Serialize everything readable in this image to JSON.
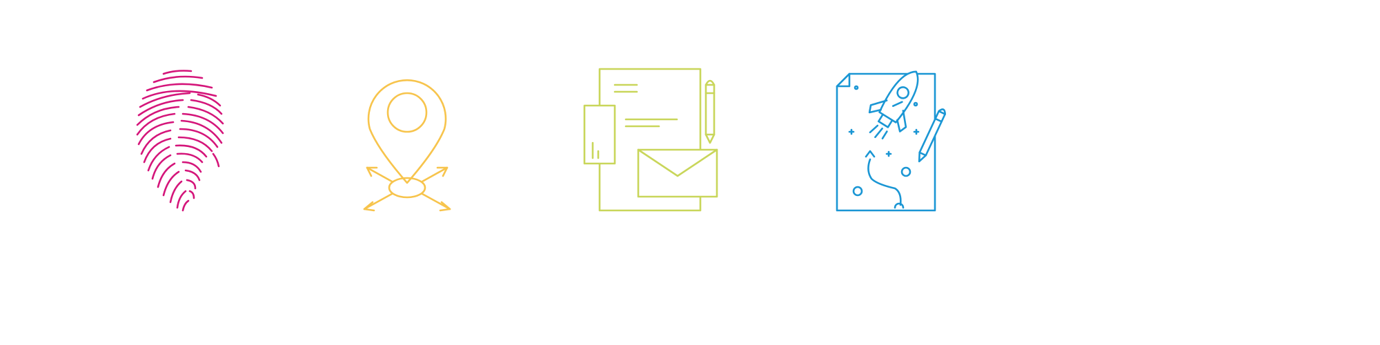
{
  "icons": [
    {
      "id": "fingerprint",
      "name": "fingerprint-icon",
      "color": "#d4157a"
    },
    {
      "id": "location",
      "name": "location-pin-share-icon",
      "color": "#f7c44c"
    },
    {
      "id": "documents",
      "name": "documents-mail-icon",
      "color": "#c9d65a"
    },
    {
      "id": "rocket",
      "name": "rocket-plan-icon",
      "color": "#1a96d4"
    }
  ]
}
